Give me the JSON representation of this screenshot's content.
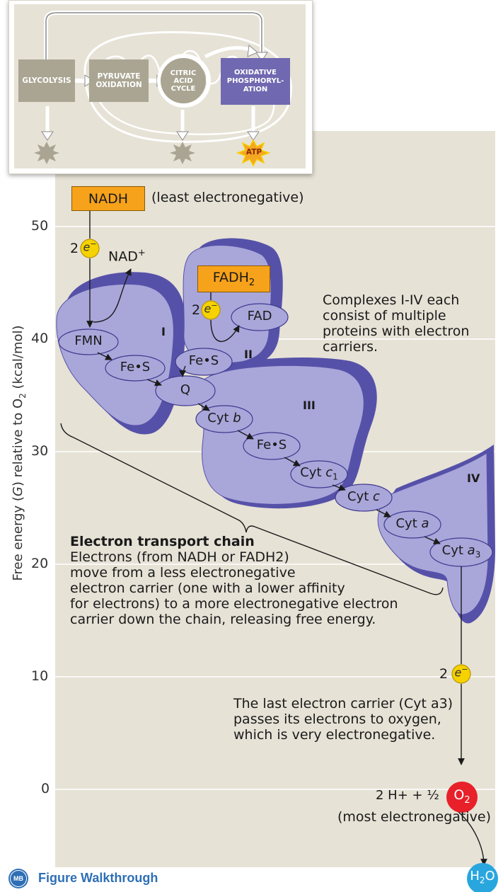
{
  "overview": {
    "glycolysis": [
      "GLYCOLYSIS"
    ],
    "pyruvate": [
      "PYRUVATE",
      "OXIDATION"
    ],
    "citric": [
      "CITRIC",
      "ACID",
      "CYCLE"
    ],
    "oxphos": [
      "OXIDATIVE",
      "PHOSPHORYL-",
      "ATION"
    ],
    "atp": "ATP"
  },
  "axis": {
    "label_parts": [
      "Free energy (",
      "G",
      ") relative to O",
      "2",
      " (kcal/mol)"
    ],
    "ticks": [
      "50",
      "40",
      "30",
      "20",
      "10",
      "0"
    ]
  },
  "nadh": {
    "label": "NADH",
    "note": "(least electronegative)"
  },
  "fadh2": {
    "label": "FADH",
    "sub": "2"
  },
  "electron": {
    "count": "2",
    "symbol": "e",
    "charge": "−"
  },
  "nad_plus": {
    "base": "NAD",
    "sup": "+"
  },
  "fad": "FAD",
  "complexes": {
    "I": "I",
    "II": "II",
    "III": "III",
    "IV": "IV"
  },
  "carriers": {
    "fmn": "FMN",
    "fes": "Fe•S",
    "q": "Q",
    "cyt_b": [
      "Cyt ",
      "b"
    ],
    "cyt_c1": [
      "Cyt ",
      "c",
      "1"
    ],
    "cyt_c": [
      "Cyt ",
      "c"
    ],
    "cyt_a": [
      "Cyt ",
      "a"
    ],
    "cyt_a3": [
      "Cyt ",
      "a",
      "3"
    ]
  },
  "complex_note": [
    "Complexes I-IV each",
    "consist of multiple",
    "proteins with electron",
    "carriers."
  ],
  "etc": {
    "heading": "Electron transport chain",
    "lines": [
      "Electrons (from NADH or FADH2)",
      "move from a less electronegative",
      "electron carrier (one with a lower affinity",
      "for electrons) to a more electronegative electron",
      "carrier down the chain, releasing free energy."
    ]
  },
  "last_carrier": [
    "The last electron carrier (Cyt a3)",
    "passes its electrons to oxygen,",
    "which is very electronegative."
  ],
  "oxygen": {
    "prefix": "2 H+ + ½",
    "o": "O",
    "sub": "2",
    "note": "(most electronegative)"
  },
  "water": {
    "h": "H",
    "sub": "2",
    "o": "O"
  },
  "footer": {
    "badge": "MB",
    "label": "Figure Walkthrough"
  },
  "colors": {
    "panel": "#e6e2d6",
    "protein": "#a9a6da",
    "protein_dark": "#5651a8",
    "orange": "#f7a21b",
    "yellow": "#f5d200",
    "red": "#e8202a",
    "blue": "#29a6de",
    "brand": "#2e6fb5"
  }
}
